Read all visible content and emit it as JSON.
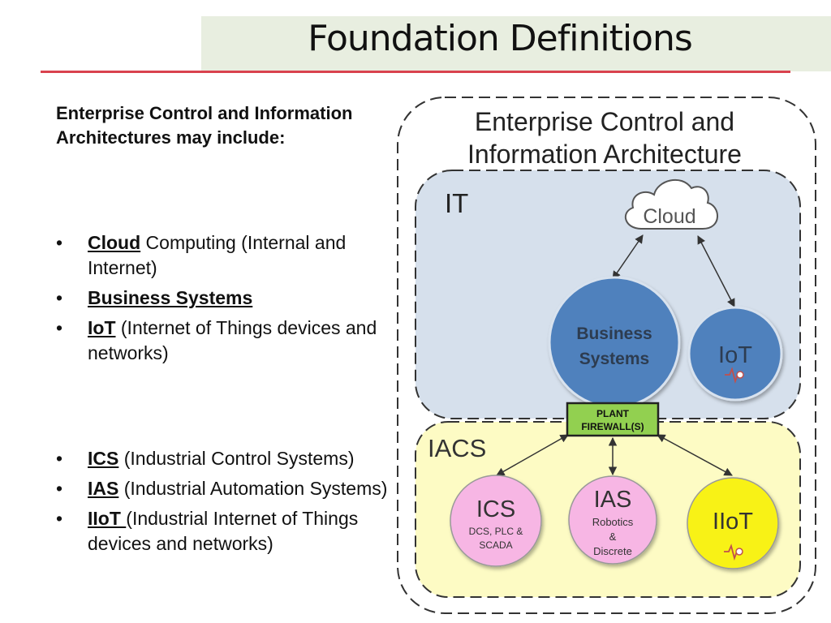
{
  "slide": {
    "title": "Foundation Definitions",
    "intro": "Enterprise Control and Information Architectures may include:",
    "bullet_symbol": "•",
    "it_bullets": [
      {
        "term": "Cloud",
        "rest": " Computing (Internal and Internet)"
      },
      {
        "term": "Business Systems",
        "rest": ""
      },
      {
        "term": "IoT",
        "rest": " (Internet of Things devices and networks)"
      }
    ],
    "iacs_bullets": [
      {
        "term": "ICS",
        "rest": " (Industrial Control Systems)"
      },
      {
        "term": "IAS",
        "rest": " (Industrial Automation Systems)"
      },
      {
        "term": "IIoT ",
        "rest": "(Industrial Internet of Things devices and networks)"
      }
    ]
  },
  "diagram": {
    "outer_title_line1": "Enterprise Control and",
    "outer_title_line2": "Information Architecture",
    "it_label": "IT",
    "iacs_label": "IACS",
    "cloud_label": "Cloud",
    "business_line1": "Business",
    "business_line2": "Systems",
    "iot_label": "IoT",
    "firewall_line1": "PLANT",
    "firewall_line2": "FIREWALL(S)",
    "ics_label": "ICS",
    "ics_sub1": "DCS, PLC &",
    "ics_sub2": "SCADA",
    "ias_label": "IAS",
    "ias_sub1": "Robotics",
    "ias_sub2": "&",
    "ias_sub3": "Discrete",
    "iiot_label": "IIoT",
    "colors": {
      "it_zone": "#d6e0ec",
      "iacs_zone": "#fdfbc4",
      "business": "#4f81bd",
      "iot": "#4f81bd",
      "ics": "#f7b6e4",
      "ias": "#f7b6e4",
      "iiot": "#f8f219",
      "firewall": "#92d050",
      "title_rule": "#d9424e"
    }
  }
}
